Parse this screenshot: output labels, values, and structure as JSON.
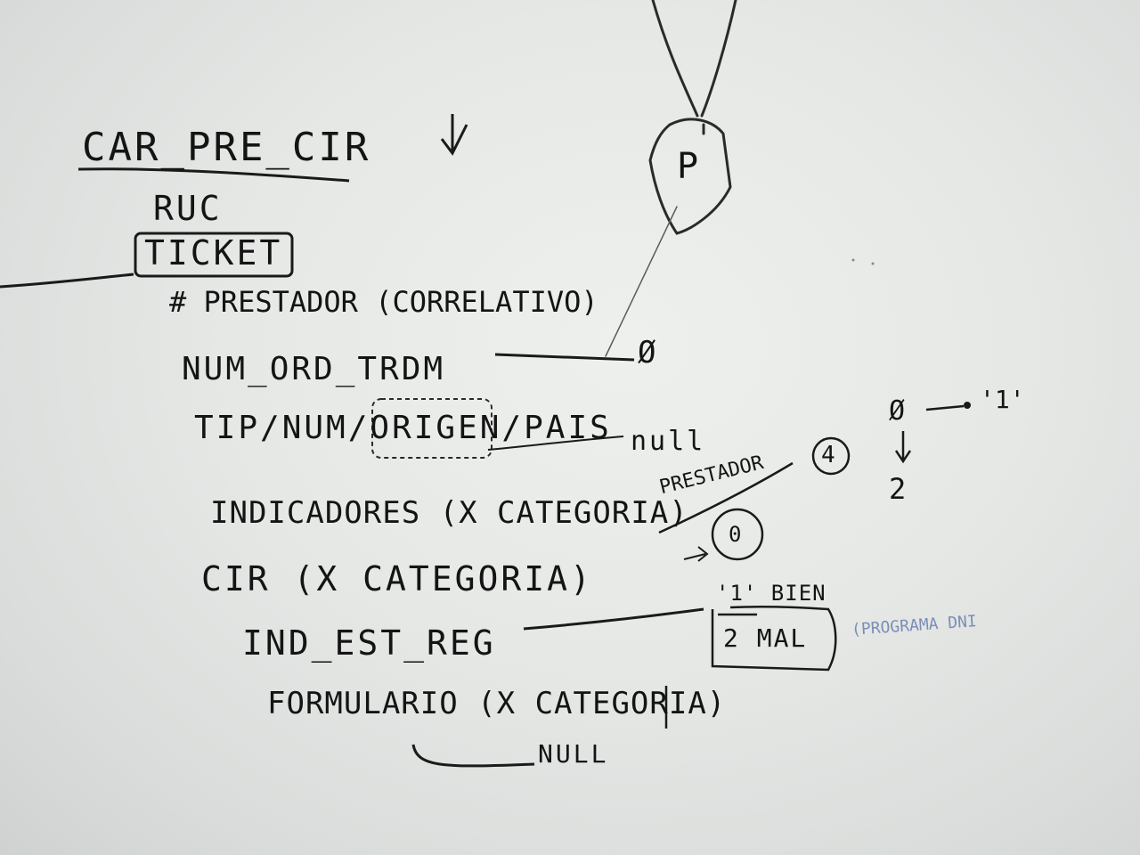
{
  "whiteboard": {
    "title": "CAR_PRE_CIR",
    "fields": [
      "RUC",
      "TICKET",
      "# PRESTADOR (CORRELATIVO)",
      "NUM_ORD_TRDM",
      "TIP/NUM/ORIGEN/PAIS",
      "INDICADORES (X CATEGORIA)",
      "CIR (X CATEGORIA)",
      "IND_EST_REG",
      "FORMULARIO (X CATEGORIA)"
    ],
    "annotations": {
      "empty_value": "Ø",
      "null_1": "null",
      "prestador_note": "PRESTADOR",
      "circle_4": "4",
      "circle_0": "0",
      "map_from": "Ø",
      "map_to": "'1'",
      "map_2": "2",
      "status_1": "'1' BIEN",
      "status_2": "2 MAL",
      "blue_note": "(PROGRAMA DNI",
      "null_2": "NULL",
      "tag_letter": "P"
    }
  }
}
